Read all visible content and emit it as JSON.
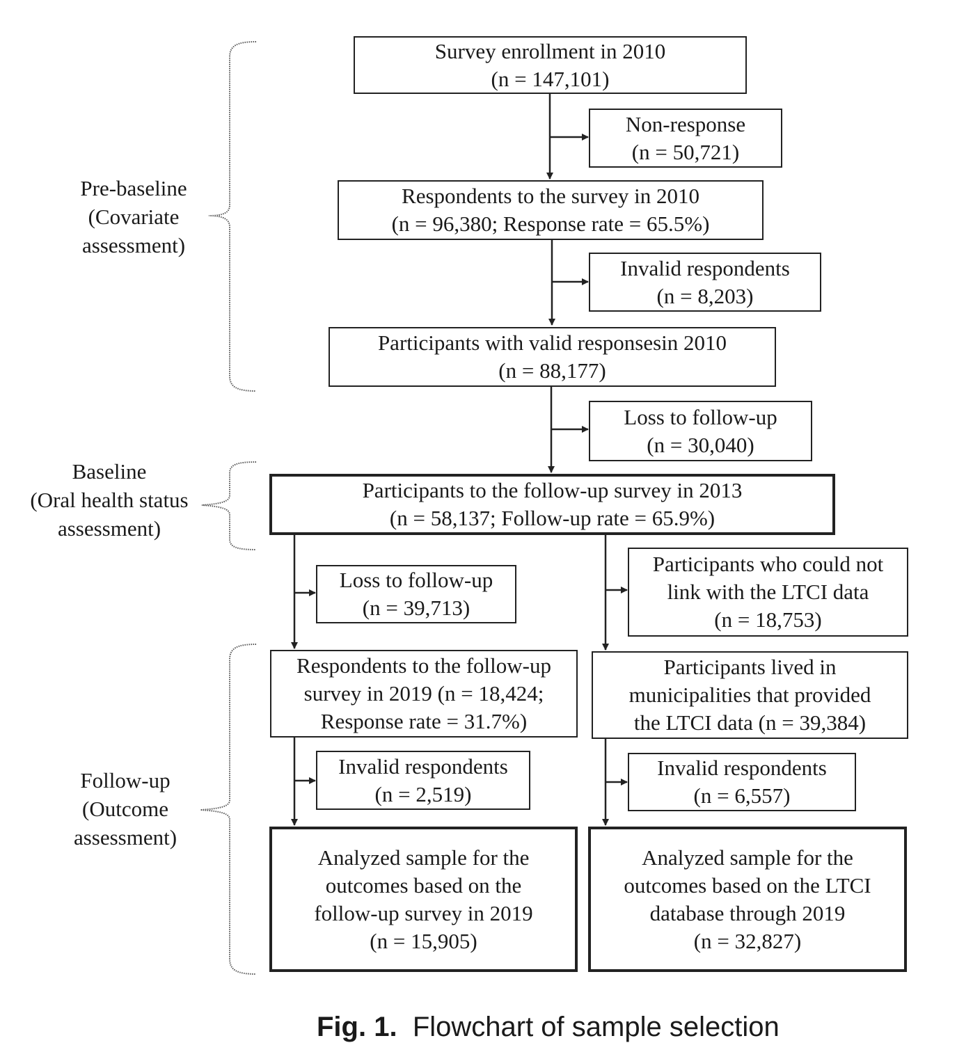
{
  "stages": {
    "pre_baseline": {
      "line1": "Pre-baseline",
      "line2": "(Covariate",
      "line3": "assessment)"
    },
    "baseline": {
      "line1": "Baseline",
      "line2": "(Oral health status",
      "line3": "assessment)"
    },
    "follow_up": {
      "line1": "Follow-up",
      "line2": "(Outcome",
      "line3": "assessment)"
    }
  },
  "nodes": {
    "enrollment": {
      "line1": "Survey enrollment in 2010",
      "line2": "(n = 147,101)"
    },
    "non_response": {
      "line1": "Non-response",
      "line2": "(n = 50,721)"
    },
    "respondents_2010": {
      "line1": "Respondents to the survey in 2010",
      "line2": "(n = 96,380; Response rate = 65.5%)"
    },
    "invalid_2010": {
      "line1": "Invalid respondents",
      "line2": "(n = 8,203)"
    },
    "valid_2010": {
      "line1": "Participants with valid responsesin 2010",
      "line2": "(n = 88,177)"
    },
    "loss_2013": {
      "line1": "Loss to follow-up",
      "line2": "(n = 30,040)"
    },
    "followup_2013": {
      "line1": "Participants to the follow-up survey in 2013",
      "line2": "(n = 58,137; Follow-up rate = 65.9%)"
    },
    "loss_2019": {
      "line1": "Loss to follow-up",
      "line2": "(n = 39,713)"
    },
    "no_link": {
      "line1": "Participants who could not",
      "line2": "link with the LTCI data",
      "line3": "(n = 18,753)"
    },
    "respondents_2019": {
      "line1": "Respondents to the follow-up",
      "line2": "survey in 2019 (n = 18,424;",
      "line3": "Response rate = 31.7%)"
    },
    "ltci_municipalities": {
      "line1": "Participants lived in",
      "line2": "municipalities that provided",
      "line3": "the LTCI data (n = 39,384)"
    },
    "invalid_2019_left": {
      "line1": "Invalid respondents",
      "line2": "(n = 2,519)"
    },
    "invalid_2019_right": {
      "line1": "Invalid respondents",
      "line2": "(n = 6,557)"
    },
    "analyzed_survey": {
      "line1": "Analyzed sample for the",
      "line2": "outcomes based on the",
      "line3": "follow-up survey in 2019",
      "line4": "(n = 15,905)"
    },
    "analyzed_ltci": {
      "line1": "Analyzed sample for the",
      "line2": "outcomes based on the LTCI",
      "line3": "database through 2019",
      "line4": "(n = 32,827)"
    }
  },
  "caption": {
    "label": "Fig. 1.",
    "text": "Flowchart of sample selection"
  }
}
